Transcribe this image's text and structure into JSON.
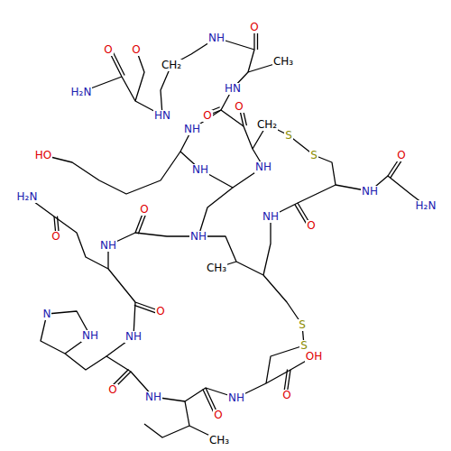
{
  "diagram": {
    "labels": [
      "O",
      "NH",
      "CH₃",
      "HN",
      "O",
      "CH₂",
      "O",
      "H₂N",
      "HN",
      "NH",
      "O",
      "O",
      "CH₂",
      "S",
      "S",
      "NH",
      "O",
      "NH",
      "H₂N",
      "HO",
      "NH",
      "O",
      "NH",
      "NH",
      "O",
      "H₂N",
      "O",
      "NH",
      "CH₃",
      "O",
      "NH",
      "N",
      "NH",
      "S",
      "S",
      "O",
      "NH",
      "NH",
      "O",
      "OH",
      "O",
      "CH₃"
    ]
  }
}
